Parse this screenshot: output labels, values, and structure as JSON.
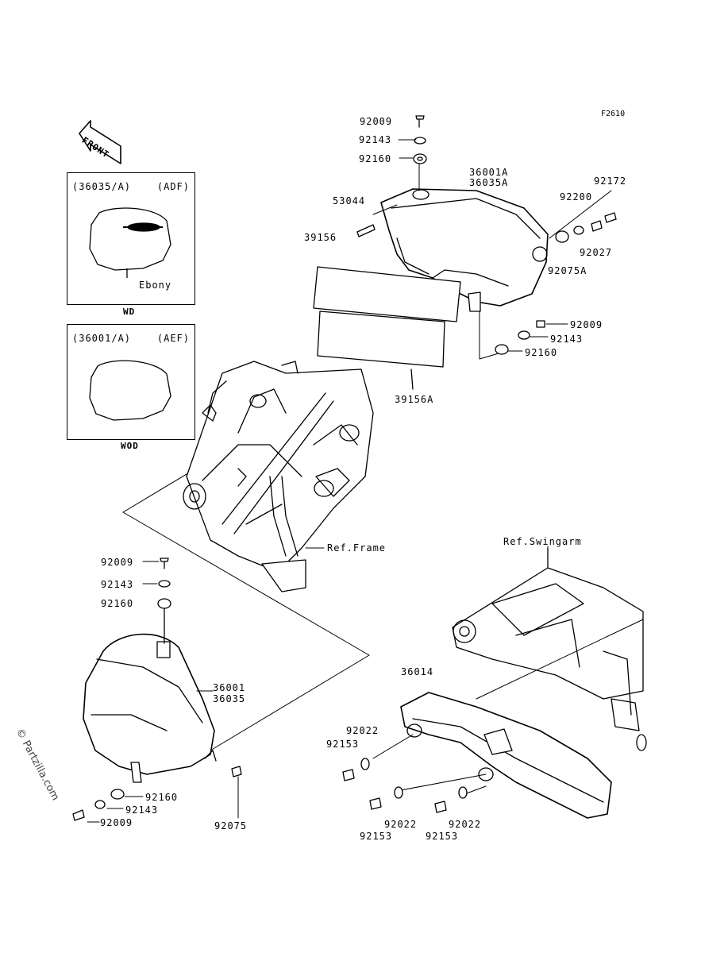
{
  "figure_code": "F2610",
  "front_label": "FRONT",
  "watermark": "© Partzilla.com",
  "insets": [
    {
      "codes": "(36035/A)",
      "suffix": "(ADF)",
      "note": "Ebony",
      "model": "WD"
    },
    {
      "codes": "(36001/A)",
      "suffix": "(AEF)",
      "note": "",
      "model": "WOD"
    }
  ],
  "refs": {
    "frame": "Ref.Frame",
    "swingarm": "Ref.Swingarm"
  },
  "labels": {
    "top_92009": "92009",
    "top_92143": "92143",
    "top_92160": "92160",
    "cover_r1": "36001A",
    "cover_r2": "36035A",
    "p92172": "92172",
    "p92200": "92200",
    "p92027": "92027",
    "p92075A": "92075A",
    "p53044": "53044",
    "p39156": "39156",
    "p39156A": "39156A",
    "r_92009": "92009",
    "r_92143": "92143",
    "r_92160": "92160",
    "l_92009": "92009",
    "l_92143": "92143",
    "l_92160": "92160",
    "cover_l1": "36001",
    "cover_l2": "36035",
    "p92075": "92075",
    "b_92160": "92160",
    "b_92143": "92143",
    "b_92009": "92009",
    "p36014": "36014",
    "c_92022a": "92022",
    "c_92153a": "92153",
    "c_92022b": "92022",
    "c_92153b": "92153",
    "c_92022c": "92022",
    "c_92153c": "92153"
  }
}
